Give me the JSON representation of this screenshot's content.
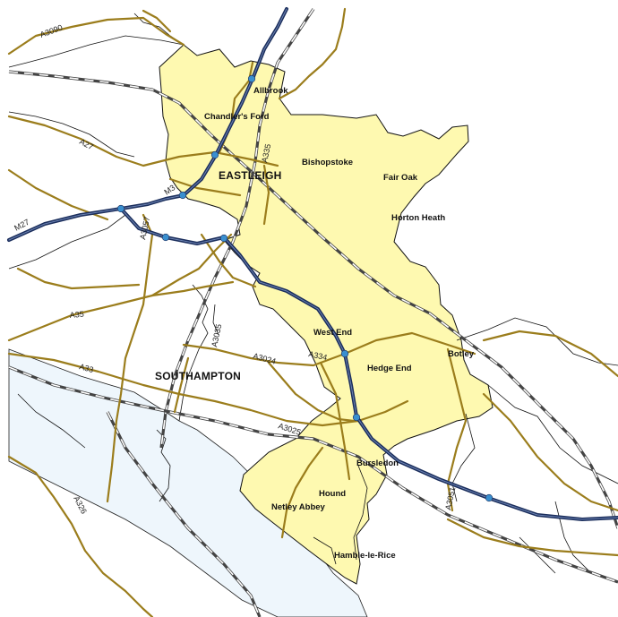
{
  "colors": {
    "district_fill": "#fef9b0",
    "district_border": "#1a1a1a",
    "water": "#eef6fc",
    "a_road": "#9b7d1c",
    "motorway": "#1b2e5c",
    "railway": "#444444",
    "junction": "#3a8fcf",
    "boundary": "#111111"
  },
  "places": {
    "eastleigh": "EASTLEIGH",
    "southampton": "SOUTHAMPTON",
    "allbrook": "Allbrook",
    "chandlers_ford": "Chandler's Ford",
    "bishopstoke": "Bishopstoke",
    "fair_oak": "Fair Oak",
    "horton_heath": "Horton Heath",
    "west_end": "West End",
    "hedge_end": "Hedge End",
    "botley": "Botley",
    "bursledon": "Bursledon",
    "hound": "Hound",
    "netley_abbey": "Netley Abbey",
    "hamble_le_rice": "Hamble-le-Rice"
  },
  "roads": {
    "a3090": "A3090",
    "a27": "A27",
    "m27": "M27",
    "m3": "M3",
    "a335": "A335",
    "a3057": "A3057",
    "a35": "A35",
    "a33": "A33",
    "a3035": "A3035",
    "a3024": "A3024",
    "a334": "A334",
    "a3025": "A3025",
    "a326": "A326",
    "a3051": "A3051"
  }
}
